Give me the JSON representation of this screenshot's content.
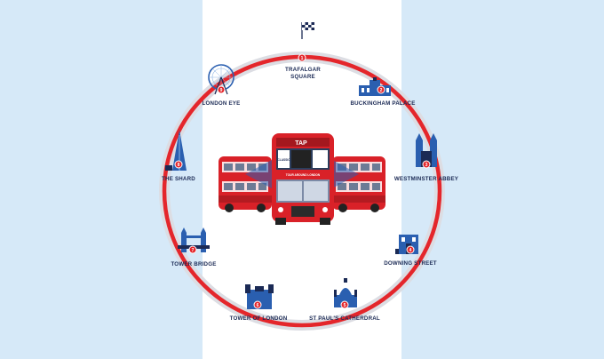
{
  "colors": {
    "background": "#d6e9f8",
    "band": "#ffffff",
    "route": "#e4262b",
    "route_shadow": "#dcdde3",
    "landmark": "#2a5fb0",
    "landmark_dark": "#1b2a55",
    "bus_red": "#d92128",
    "label": "#1b2a55"
  },
  "stops": [
    {
      "number": "1",
      "name_line1": "TRAFALGAR",
      "name_line2": "SQUARE",
      "icon": "checkered-flag-icon"
    },
    {
      "number": "2",
      "name_line1": "BUCKINGHAM PALACE",
      "name_line2": "",
      "icon": "buckingham-palace-icon"
    },
    {
      "number": "3",
      "name_line1": "WESTMINSTER ABBEY",
      "name_line2": "",
      "icon": "westminster-abbey-icon"
    },
    {
      "number": "4",
      "name_line1": "DOWNING STREET",
      "name_line2": "",
      "icon": "downing-street-icon"
    },
    {
      "number": "5",
      "name_line1": "ST PAUL'S CATHERDRAL",
      "name_line2": "",
      "icon": "st-pauls-cathedral-icon"
    },
    {
      "number": "6",
      "name_line1": "TOWER OF LONDON",
      "name_line2": "",
      "icon": "tower-of-london-icon"
    },
    {
      "number": "7",
      "name_line1": "TOWER BRIDGE",
      "name_line2": "",
      "icon": "tower-bridge-icon"
    },
    {
      "number": "8",
      "name_line1": "THE SHARD",
      "name_line2": "",
      "icon": "the-shard-icon"
    },
    {
      "number": "9",
      "name_line1": "LONDON EYE",
      "name_line2": "",
      "icon": "london-eye-icon"
    }
  ],
  "bus": {
    "brand": "TAP",
    "sign_left": "CLASSIC",
    "tagline": "TOUR AROUND LONDON"
  }
}
